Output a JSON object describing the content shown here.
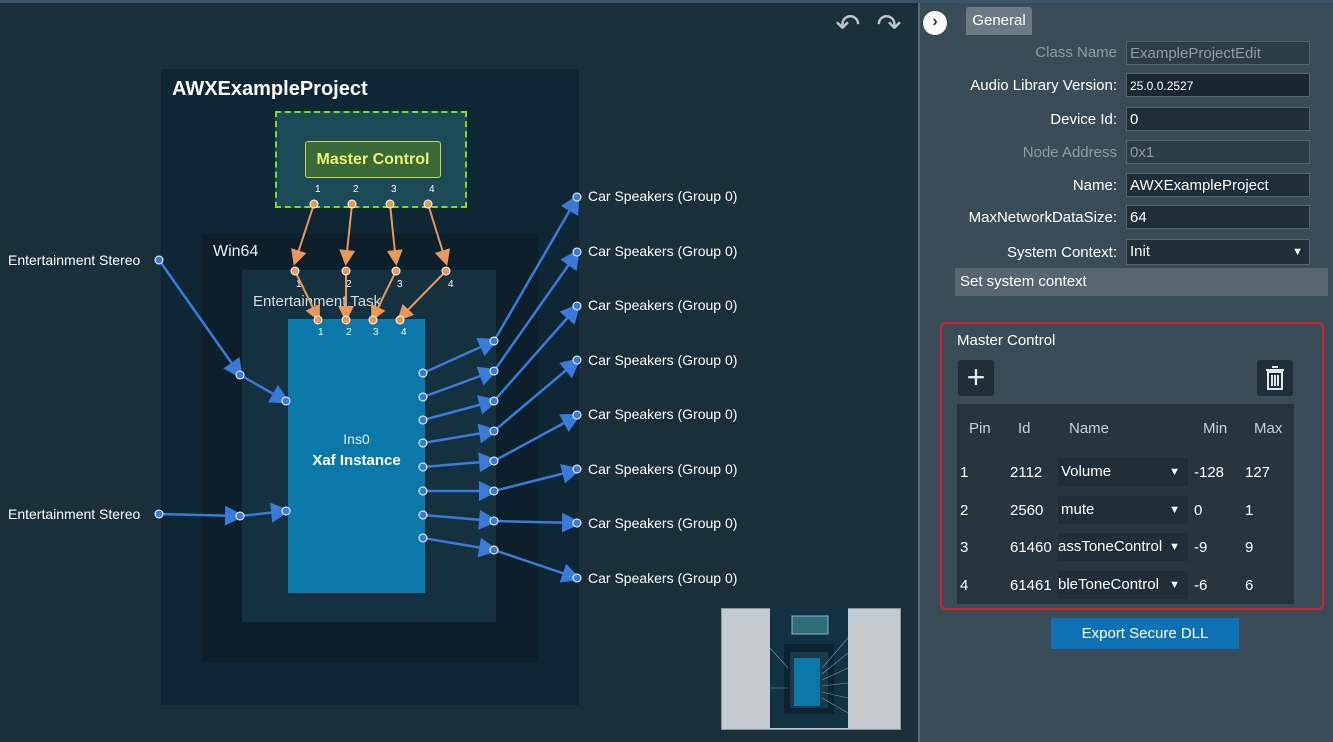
{
  "canvas": {
    "project_title": "AWXExampleProject",
    "win64_title": "Win64",
    "task_title": "Entertainment Task",
    "master_control_label": "Master Control",
    "xaf_name": "Ins0",
    "xaf_label": "Xaf Instance",
    "mc_pin_labels": [
      "1",
      "2",
      "3",
      "4"
    ],
    "task_pin_labels": [
      "1",
      "2",
      "3",
      "4"
    ],
    "xaf_pin_labels": [
      "1",
      "2",
      "3",
      "4"
    ],
    "sources": [
      "Entertainment Stereo",
      "Entertainment Stereo"
    ],
    "speakers": [
      "Car Speakers (Group 0)",
      "Car Speakers (Group 0)",
      "Car Speakers (Group 0)",
      "Car Speakers (Group 0)",
      "Car Speakers (Group 0)",
      "Car Speakers (Group 0)",
      "Car Speakers (Group 0)",
      "Car Speakers (Group 0)"
    ],
    "undo_icon": "↶",
    "redo_icon": "↷"
  },
  "panel": {
    "tab_general": "General",
    "collapse_icon": "›",
    "fields": {
      "class_name_label": "Class Name",
      "class_name_value": "ExampleProjectEdit",
      "audio_lib_label": "Audio Library Version:",
      "audio_lib_value": "25.0.0.2527",
      "device_id_label": "Device Id:",
      "device_id_value": "0",
      "node_address_label": "Node Address",
      "node_address_value": "0x1",
      "name_label": "Name:",
      "name_value": "AWXExampleProject",
      "max_net_label": "MaxNetworkDataSize:",
      "max_net_value": "64",
      "sys_ctx_label": "System Context:",
      "sys_ctx_value": "Init"
    },
    "set_context_button": "Set system context",
    "master_control": {
      "title": "Master Control",
      "add_icon": "+",
      "headers": [
        "Pin",
        "Id",
        "Name",
        "Min",
        "Max"
      ],
      "rows": [
        {
          "pin": "1",
          "id": "2112",
          "name": "Volume",
          "min": "-128",
          "max": "127"
        },
        {
          "pin": "2",
          "id": "2560",
          "name": "mute",
          "min": "0",
          "max": "1"
        },
        {
          "pin": "3",
          "id": "61460",
          "name": "assToneControl",
          "min": "-9",
          "max": "9"
        },
        {
          "pin": "4",
          "id": "61461",
          "name": "bleToneControl",
          "min": "-6",
          "max": "6"
        }
      ]
    },
    "export_button": "Export Secure DLL"
  }
}
